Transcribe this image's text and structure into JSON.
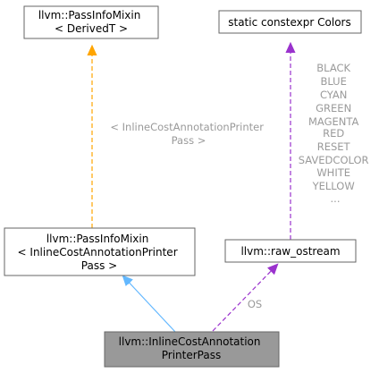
{
  "nodes": {
    "passinfo_derived": {
      "lines": [
        "llvm::PassInfoMixin",
        "< DerivedT >"
      ]
    },
    "colors": {
      "lines": [
        "static constexpr Colors"
      ]
    },
    "passinfo_inline": {
      "lines": [
        "llvm::PassInfoMixin",
        "< InlineCostAnnotationPrinter",
        "Pass >"
      ]
    },
    "raw_ostream": {
      "lines": [
        "llvm::raw_ostream"
      ]
    },
    "target": {
      "lines": [
        "llvm::InlineCostAnnotation",
        "PrinterPass"
      ]
    }
  },
  "edges": {
    "template_instance": {
      "label_lines": [
        "< InlineCostAnnotationPrinter",
        "Pass >"
      ]
    },
    "colors_members": {
      "label_lines": [
        "BLACK",
        "BLUE",
        "CYAN",
        "GREEN",
        "MAGENTA",
        "RED",
        "RESET",
        "SAVEDCOLOR",
        "WHITE",
        "YELLOW",
        "..."
      ]
    },
    "os_member": {
      "label_lines": [
        "OS"
      ]
    }
  },
  "colors": {
    "inheritance_edge": "#63b8ff",
    "template_edge": "#ffa500",
    "usage_edge": "#9a32cd",
    "edge_label_text": "#9a9a9a",
    "highlight_node_fill": "#999999",
    "node_fill": "#ffffff",
    "node_border": "#666666"
  }
}
